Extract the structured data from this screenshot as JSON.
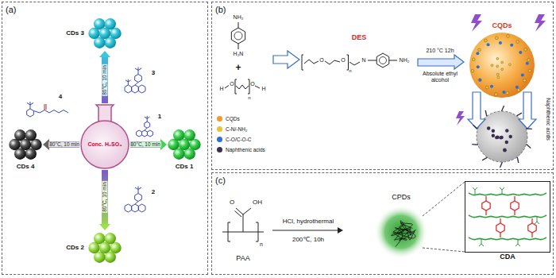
{
  "diagram": {
    "nodes": [
      {
        "text": [
          "(a)"
        ]
      },
      {
        "text": [
          "Conc. H₂SO₄"
        ],
        "in": 0
      },
      {
        "text": [
          "CDs 3"
        ],
        "in": 0
      },
      {
        "text": [
          "CDs 1"
        ],
        "in": 0
      },
      {
        "text": [
          "CDs 2"
        ],
        "in": 0
      },
      {
        "text": [
          "CDs 4"
        ],
        "in": 0
      },
      {
        "text": [
          "(b)"
        ]
      },
      {
        "text": [
          "CQDs"
        ],
        "in": 6
      },
      {
        "text": [
          "(c)"
        ]
      },
      {
        "text": [
          "CDA"
        ],
        "in": 8
      }
    ],
    "edges": [
      {
        "from": 1,
        "to": 2,
        "arrow": "to",
        "label": "80°C, 10 min"
      },
      {
        "from": 1,
        "to": 3,
        "arrow": "to",
        "label": "80°C, 10 min"
      },
      {
        "from": 1,
        "to": 4,
        "arrow": "to",
        "label": "80°C, 10 min"
      },
      {
        "from": 1,
        "to": 5,
        "arrow": "to",
        "label": "80°C, 10 min"
      }
    ],
    "labels": [
      "3",
      "1",
      "2",
      "4",
      "NH₂",
      "H₂N",
      "+",
      "H",
      "O",
      "O",
      "H",
      "n",
      "DES",
      "O",
      "O",
      "n",
      "N",
      "NH₂",
      "210 °C 12h",
      "Absolute ethyl alcohol",
      "Naphthenic acids",
      "O",
      "OH",
      "n",
      "PAA",
      "HCl, hydrothermal",
      "200℃, 10h",
      "CPDs"
    ],
    "legend": [
      {
        "text": "CQDs",
        "color": "#f39a2a"
      },
      {
        "text": "C-N/-NH₂",
        "color": "#e8c23a"
      },
      {
        "text": "C-O/C-O-C",
        "color": "#2d6fd1"
      },
      {
        "text": "Naphthenic acids",
        "color": "#3b2f4f"
      }
    ]
  }
}
